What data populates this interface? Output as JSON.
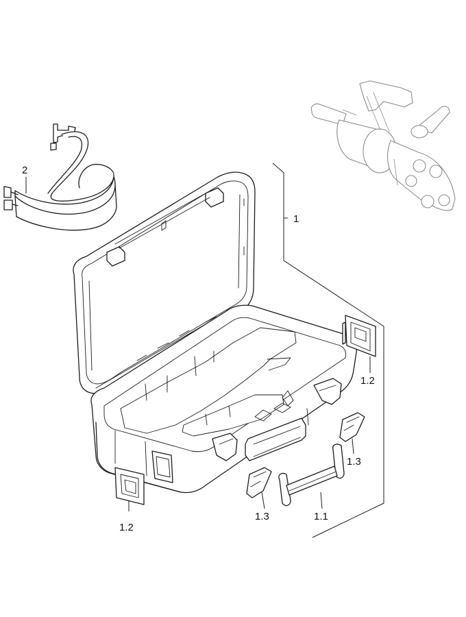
{
  "callouts": {
    "c1": "1",
    "c1_1": "1.1",
    "c1_2_right": "1.2",
    "c1_2_left": "1.2",
    "c1_3_right": "1.3",
    "c1_3_left": "1.3",
    "c2": "2"
  },
  "colors": {
    "line": "#1a1a1a",
    "ghost_line": "#8a8a8a",
    "background": "#ffffff"
  }
}
